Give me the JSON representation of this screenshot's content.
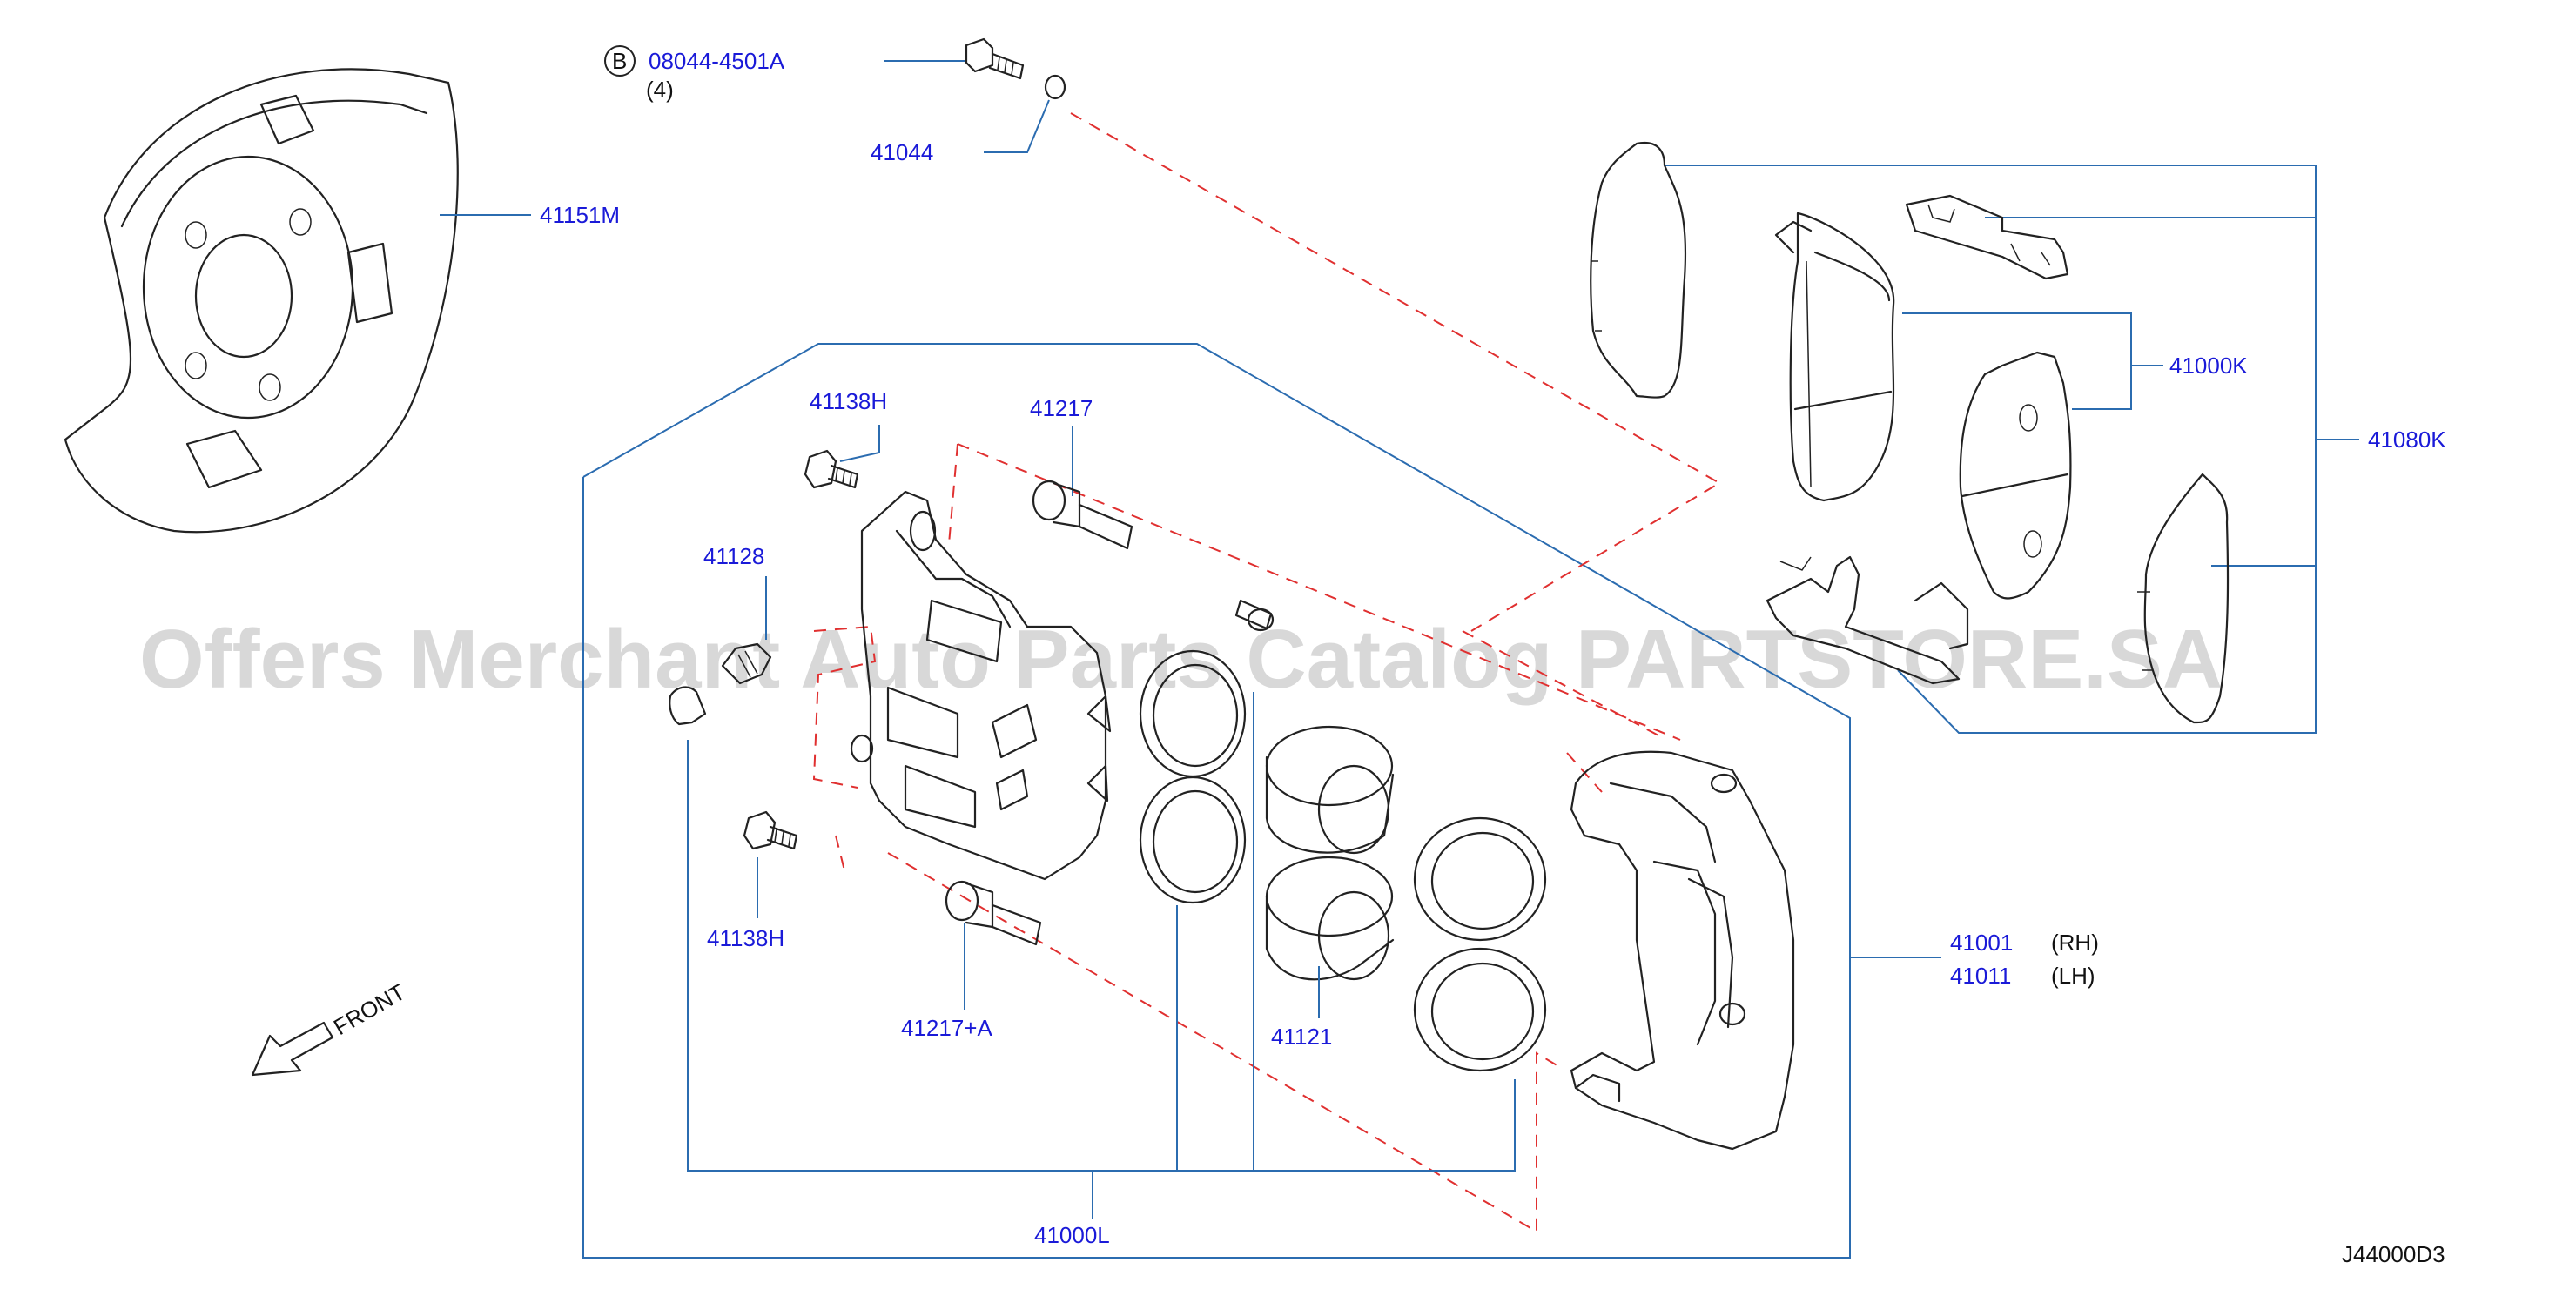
{
  "diagram_code": "J44000D3",
  "watermark": "Offers Merchant Auto Parts Catalog PARTSTORE.SA",
  "front_label": "FRONT",
  "bolt_marker": "B",
  "bolt_qty": "(4)",
  "side_rh": "(RH)",
  "side_lh": "(LH)",
  "parts": {
    "p08044": "08044-4501A",
    "p41044": "41044",
    "p41151M": "41151M",
    "p41080K": "41080K",
    "p41000K": "41000K",
    "p41138H_top": "41138H",
    "p41217": "41217",
    "p41128": "41128",
    "p41138H_bot": "41138H",
    "p41217A": "41217+A",
    "p41121": "41121",
    "p41001": "41001",
    "p41011": "41011",
    "p41000L": "41000L"
  }
}
